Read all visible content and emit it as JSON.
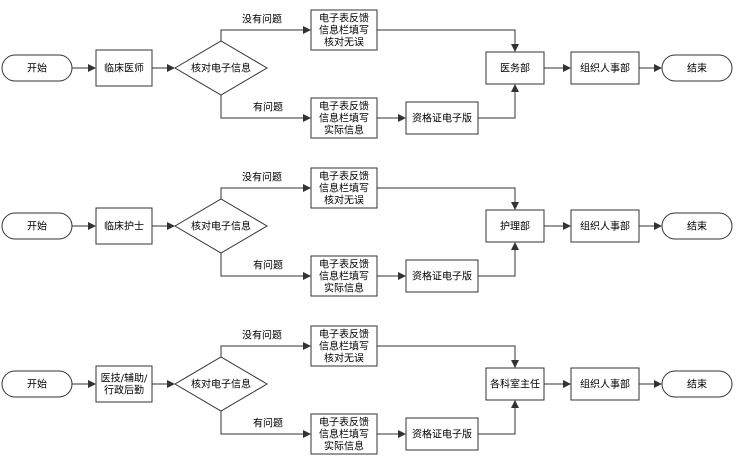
{
  "flows": [
    {
      "start": "开始",
      "role": [
        "临床医师"
      ],
      "decision": "核对电子信息",
      "no_issue_label": "没有问题",
      "no_issue_box": [
        "电子表反馈",
        "信息栏填写",
        "核对无误"
      ],
      "issue_label": "有问题",
      "issue_box": [
        "电子表反馈",
        "信息栏填写",
        "实际信息"
      ],
      "cert": "资格证电子版",
      "dept": "医务部",
      "hr": "组织人事部",
      "end": "结束"
    },
    {
      "start": "开始",
      "role": [
        "临床护士"
      ],
      "decision": "核对电子信息",
      "no_issue_label": "没有问题",
      "no_issue_box": [
        "电子表反馈",
        "信息栏填写",
        "核对无误"
      ],
      "issue_label": "有问题",
      "issue_box": [
        "电子表反馈",
        "信息栏填写",
        "实际信息"
      ],
      "cert": "资格证电子版",
      "dept": "护理部",
      "hr": "组织人事部",
      "end": "结束"
    },
    {
      "start": "开始",
      "role": [
        "医技/辅助/",
        "行政后勤"
      ],
      "decision": "核对电子信息",
      "no_issue_label": "没有问题",
      "no_issue_box": [
        "电子表反馈",
        "信息栏填写",
        "核对无误"
      ],
      "issue_label": "有问题",
      "issue_box": [
        "电子表反馈",
        "信息栏填写",
        "实际信息"
      ],
      "cert": "资格证电子版",
      "dept": "各科室主任",
      "hr": "组织人事部",
      "end": "结束"
    }
  ]
}
